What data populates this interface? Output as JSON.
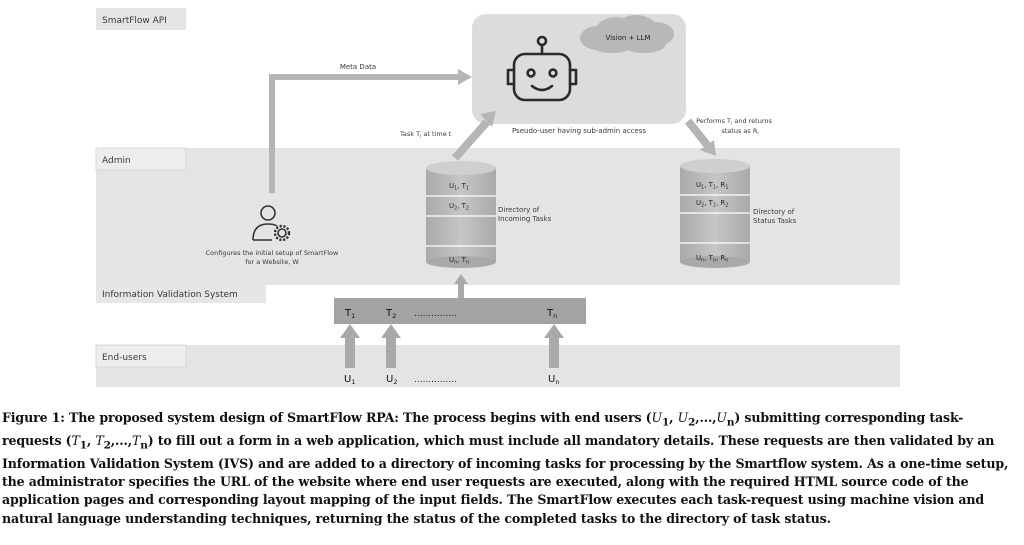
{
  "lanes": {
    "api": "SmartFlow API",
    "admin": "Admin",
    "ivs": "Information Validation System",
    "users": "End-users"
  },
  "bot": {
    "cloud": "Vision + LLM",
    "label": "Pseudo-user having sub-admin access"
  },
  "arrows": {
    "meta": "Meta Data",
    "task_prefix": "Task T",
    "task_sub": "i",
    "task_suffix": " at time t",
    "performs_1_prefix": "Performs T",
    "performs_1_sub": "i",
    "performs_1_suffix": " and returns",
    "performs_2_prefix": "status as R",
    "performs_2_sub": "i"
  },
  "admin": {
    "line1": "Configures the initial setup of SmartFlow",
    "line2": "for a Website, W"
  },
  "incoming": {
    "row1_a": "U",
    "row1_a_sub": "1",
    "row1_b": ", T",
    "row1_b_sub": "1",
    "row2_a": "U",
    "row2_a_sub": "2",
    "row2_b": ", T",
    "row2_b_sub": "2",
    "rown_a": "U",
    "rown_a_sub": "n",
    "rown_b": ", T",
    "rown_b_sub": "n",
    "label1": "Directory of",
    "label2": "Incoming Tasks"
  },
  "status": {
    "row1_a": "U",
    "row1_a_sub": "1",
    "row1_b": ", T",
    "row1_b_sub": "1",
    "row1_c": ", R",
    "row1_c_sub": "1",
    "row2_a": "U",
    "row2_a_sub": "2",
    "row2_b": ", T",
    "row2_b_sub": "2",
    "row2_c": ", R",
    "row2_c_sub": "2",
    "rown_a": "U",
    "rown_a_sub": "n",
    "rown_b": ", T",
    "rown_b_sub": "n",
    "rown_c": ", R",
    "rown_c_sub": "n",
    "label1": "Directory of",
    "label2": "Status Tasks"
  },
  "tasks": {
    "t1": "T",
    "t1_sub": "1",
    "t2": "T",
    "t2_sub": "2",
    "dots": "...............",
    "tn": "T",
    "tn_sub": "n"
  },
  "users": {
    "u1": "U",
    "u1_sub": "1",
    "u2": "U",
    "u2_sub": "2",
    "dots": "...............",
    "un": "U",
    "un_sub": "n"
  },
  "caption": {
    "fig": "Figure 1:",
    "s1": " The proposed system design of SmartFlow RPA: The process begins with end users (",
    "users_math": "U",
    "u1": "1",
    "comma1": ", ",
    "u2_math": "U",
    "u2": "2",
    "ellipsis_u": ",...,",
    "un_math": "U",
    "un": "n",
    "s2": ") submitting corresponding task-requests (",
    "t1_math": "T",
    "t1": "1",
    "comma2": ", ",
    "t2_math": "T",
    "t2": "2",
    "ellipsis_t": ",...,",
    "tn_math": "T",
    "tn": "n",
    "s3": ") to fill out a form in a web application, which must include all mandatory details. These requests are then validated by an Information Validation System (IVS) and are added to a directory of incoming tasks for processing by the Smartflow system. As a one-time setup, the administrator specifies the URL of the website where end user requests are executed, along with the required HTML source code of the application pages and corresponding layout mapping of the input fields. The SmartFlow executes each task-request using machine vision and natural language understanding techniques, returning the status of the completed tasks to the directory of task status."
  }
}
